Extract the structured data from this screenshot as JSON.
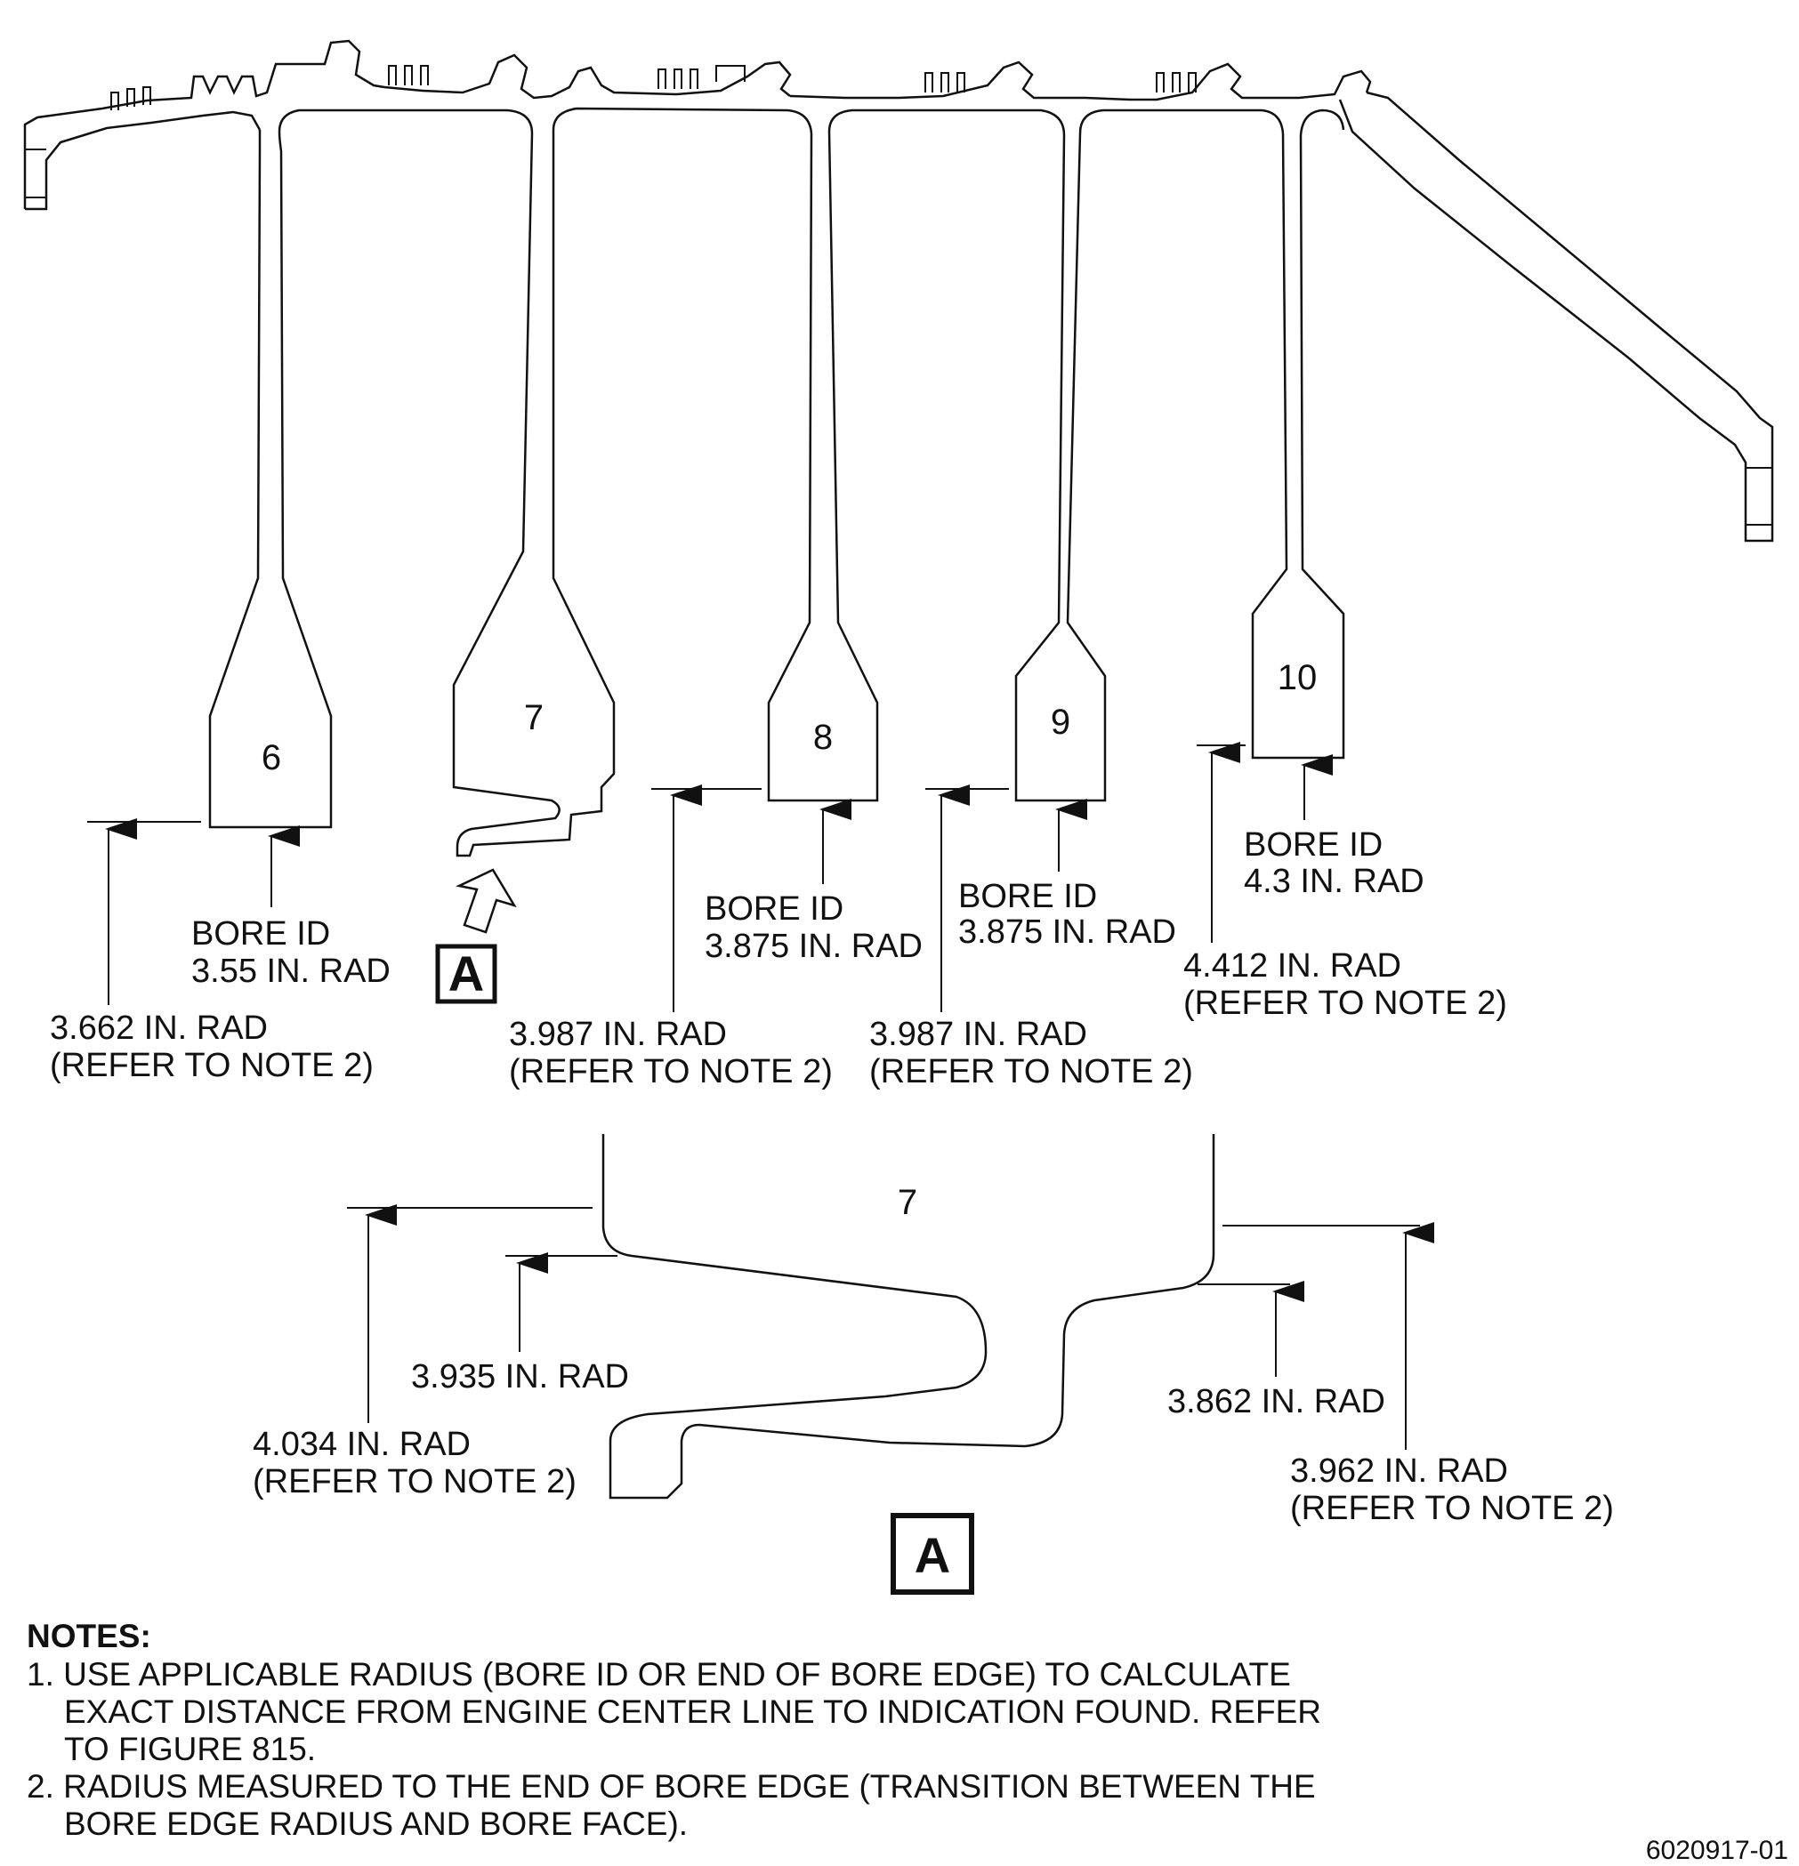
{
  "disk_numbers": {
    "d6": "6",
    "d7": "7",
    "d8": "8",
    "d9": "9",
    "d10": "10",
    "detail7": "7"
  },
  "view_ref": "A",
  "dims": {
    "d6_bore": [
      "BORE ID",
      "3.55 IN. RAD"
    ],
    "d6_edge": [
      "3.662 IN. RAD",
      "(REFER TO NOTE 2)"
    ],
    "d7_edge": [
      "3.987 IN. RAD",
      "(REFER TO NOTE 2)"
    ],
    "d8_bore": [
      "BORE ID",
      "3.875 IN. RAD"
    ],
    "d8_edge": [
      "3.987 IN. RAD",
      "(REFER TO NOTE 2)"
    ],
    "d9_bore": [
      "BORE ID",
      "3.875 IN. RAD"
    ],
    "d10_bore": [
      "BORE ID",
      "4.3 IN. RAD"
    ],
    "d10_edge": [
      "4.412 IN. RAD",
      "(REFER TO NOTE 2)"
    ],
    "detailA_1": [
      "3.935 IN. RAD"
    ],
    "detailA_2": [
      "4.034 IN. RAD",
      "(REFER TO NOTE 2)"
    ],
    "detailA_3": [
      "3.862 IN. RAD"
    ],
    "detailA_4": [
      "3.962 IN. RAD",
      "(REFER TO NOTE 2)"
    ]
  },
  "notes": {
    "heading": "NOTES:",
    "lines": [
      "1. USE APPLICABLE RADIUS (BORE ID OR END OF BORE EDGE) TO CALCULATE",
      "EXACT DISTANCE FROM ENGINE CENTER LINE TO INDICATION FOUND. REFER",
      "TO FIGURE 815.",
      "2. RADIUS MEASURED TO THE END OF BORE EDGE (TRANSITION BETWEEN THE",
      "BORE EDGE RADIUS AND BORE FACE)."
    ]
  },
  "figure_code": "6020917-01"
}
